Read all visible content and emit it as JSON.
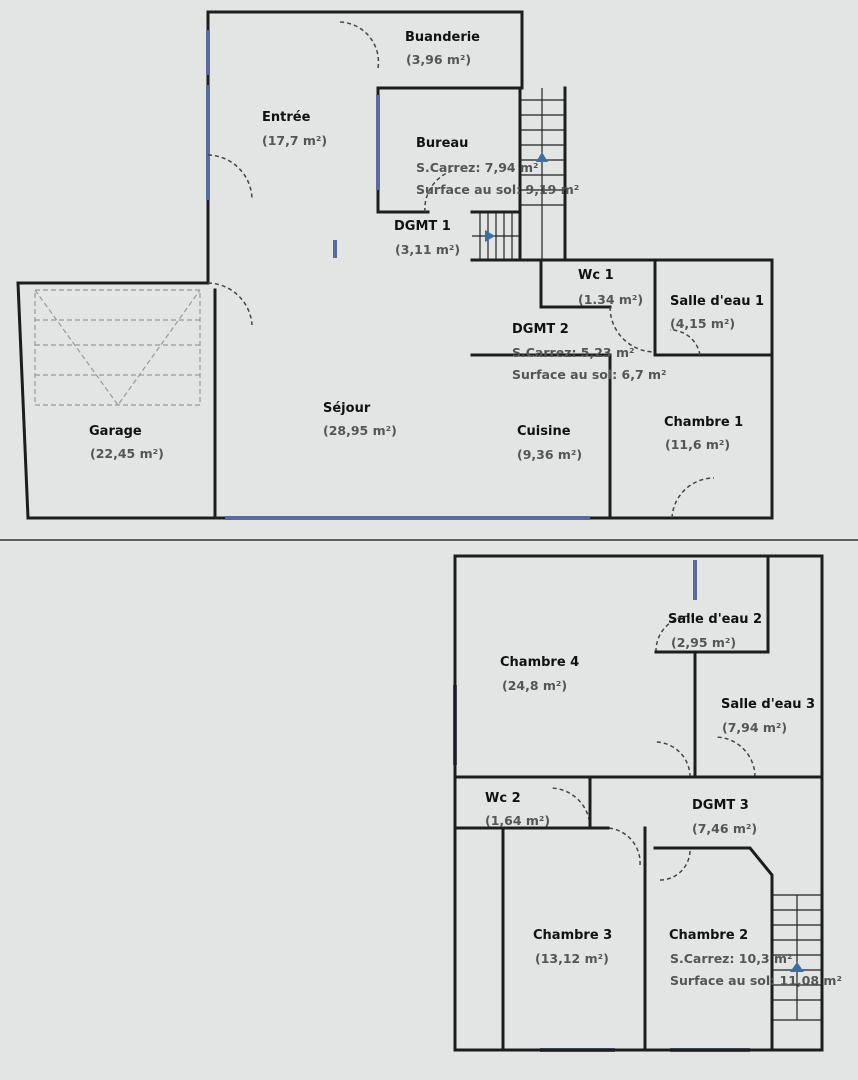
{
  "ground_floor": {
    "rooms": [
      {
        "name": "Buanderie",
        "area": "(3,96 m²)"
      },
      {
        "name": "Entrée",
        "area": "(17,7 m²)"
      },
      {
        "name": "Bureau",
        "carrez": "S.Carrez: 7,94 m²",
        "floor": "Surface au sol: 9,19 m²"
      },
      {
        "name": "DGMT 1",
        "area": "(3,11 m²)"
      },
      {
        "name": "Wc 1",
        "area": "(1.34 m²)"
      },
      {
        "name": "Salle d'eau 1",
        "area": "(4,15 m²)"
      },
      {
        "name": "DGMT 2",
        "carrez": "S.Carrez: 5,23 m²",
        "floor": "Surface au sol: 6,7 m²"
      },
      {
        "name": "Garage",
        "area": "(22,45 m²)"
      },
      {
        "name": "Séjour",
        "area": "(28,95 m²)"
      },
      {
        "name": "Cuisine",
        "area": "(9,36 m²)"
      },
      {
        "name": "Chambre 1",
        "area": "(11,6 m²)"
      }
    ]
  },
  "upper_floor": {
    "rooms": [
      {
        "name": "Salle d'eau 2",
        "area": "(2,95 m²)"
      },
      {
        "name": "Chambre 4",
        "area": "(24,8 m²)"
      },
      {
        "name": "Salle d'eau 3",
        "area": "(7,94 m²)"
      },
      {
        "name": "Wc 2",
        "area": "(1,64 m²)"
      },
      {
        "name": "DGMT 3",
        "area": "(7,46 m²)"
      },
      {
        "name": "Chambre 3",
        "area": "(13,12 m²)"
      },
      {
        "name": "Chambre 2",
        "carrez": "S.Carrez: 10,3 m²",
        "floor": "Surface au sol: 11,08 m²"
      }
    ]
  }
}
